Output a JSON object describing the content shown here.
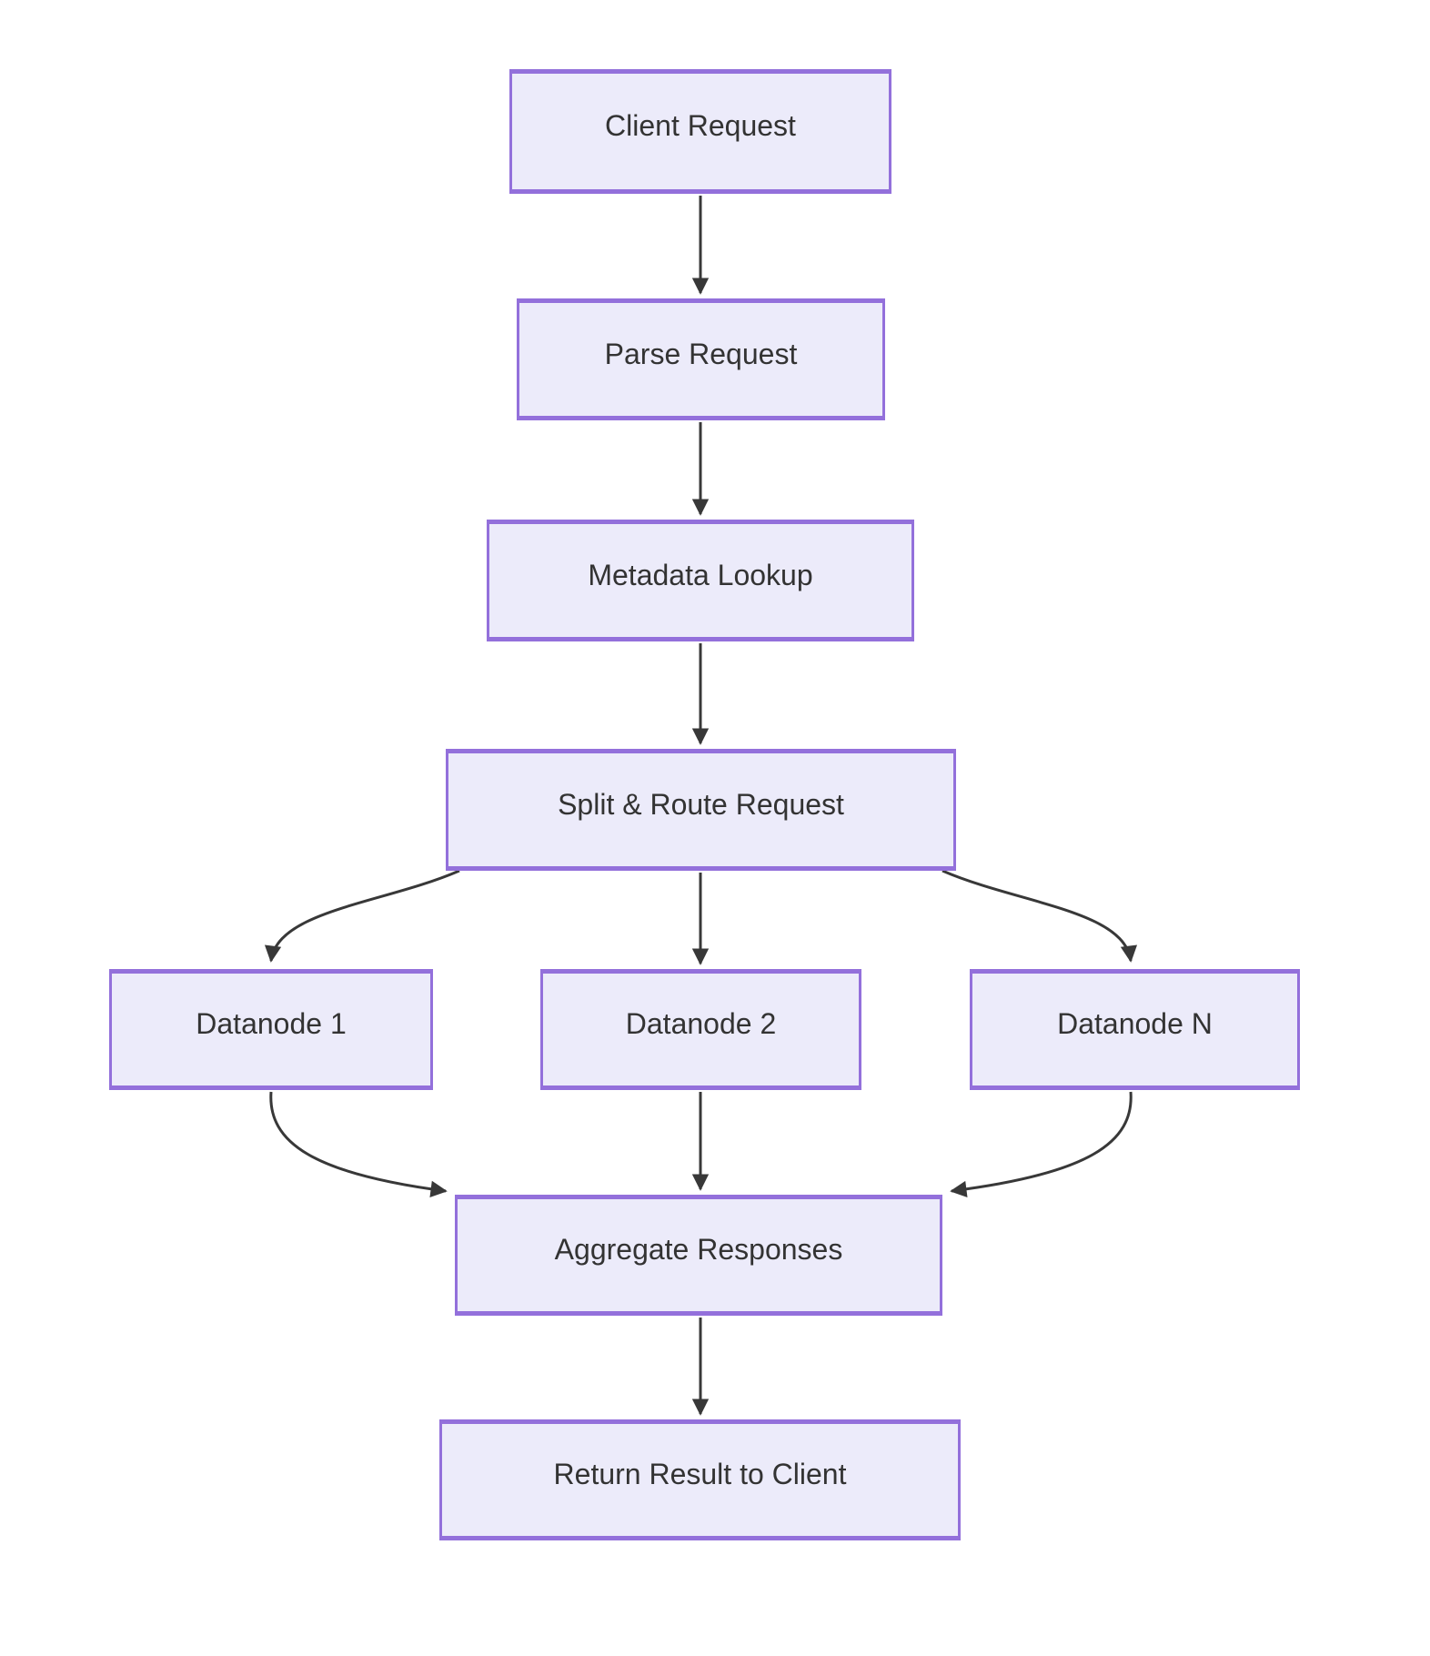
{
  "diagram": {
    "type": "flowchart",
    "direction": "top-down",
    "colors": {
      "background": "#FFFFFF",
      "node_fill": "#ECEBFA",
      "node_border": "#9370DB",
      "edge": "#383838",
      "text": "#333333"
    },
    "nodes": {
      "client": {
        "label": "Client Request"
      },
      "parse": {
        "label": "Parse Request"
      },
      "metadata": {
        "label": "Metadata Lookup"
      },
      "split": {
        "label": "Split & Route Request"
      },
      "datanode1": {
        "label": "Datanode 1"
      },
      "datanode2": {
        "label": "Datanode 2"
      },
      "datanodeN": {
        "label": "Datanode N"
      },
      "aggregate": {
        "label": "Aggregate Responses"
      },
      "return_result": {
        "label": "Return Result to Client"
      }
    },
    "edges": [
      {
        "from": "client",
        "to": "parse"
      },
      {
        "from": "parse",
        "to": "metadata"
      },
      {
        "from": "metadata",
        "to": "split"
      },
      {
        "from": "split",
        "to": "datanode1"
      },
      {
        "from": "split",
        "to": "datanode2"
      },
      {
        "from": "split",
        "to": "datanodeN"
      },
      {
        "from": "datanode1",
        "to": "aggregate"
      },
      {
        "from": "datanode2",
        "to": "aggregate"
      },
      {
        "from": "datanodeN",
        "to": "aggregate"
      },
      {
        "from": "aggregate",
        "to": "return_result"
      }
    ]
  }
}
